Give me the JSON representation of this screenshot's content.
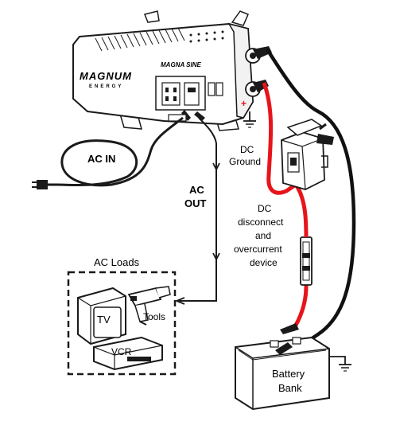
{
  "labels": {
    "ac_in": "AC IN",
    "ac_out_line1": "AC",
    "ac_out_line2": "OUT",
    "dc_ground_line1": "DC",
    "dc_ground_line2": "Ground",
    "dc_disconnect_line1": "DC",
    "dc_disconnect_line2": "disconnect",
    "dc_disconnect_line3": "and",
    "dc_disconnect_line4": "overcurrent",
    "dc_disconnect_line5": "device",
    "ac_loads": "AC Loads",
    "tv": "TV",
    "tools": "Tools",
    "vcr": "VCR",
    "battery_line1": "Battery",
    "battery_line2": "Bank",
    "plus_sign": "+"
  },
  "logos": {
    "brand": "MAGNUM",
    "brand_sub": "ENERGY",
    "product": "MAGNA SINE"
  },
  "colors": {
    "positive_cable": "#e8141b",
    "negative_cable": "#111111",
    "line": "#1a1a1a"
  }
}
